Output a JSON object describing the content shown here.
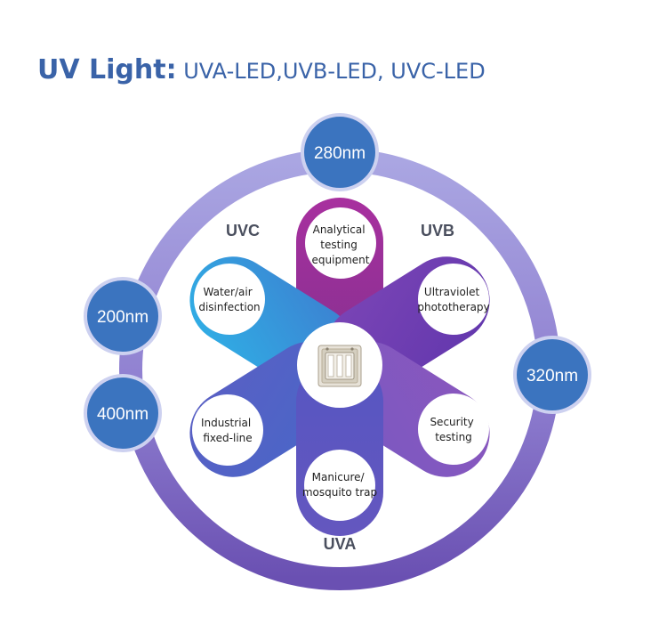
{
  "title": {
    "lead": "UV Light:",
    "rest": " UVA-LED,UVB-LED, UVC-LED"
  },
  "wavelengths": {
    "nm280": "280nm",
    "nm200": "200nm",
    "nm320": "320nm",
    "nm400": "400nm"
  },
  "bands": {
    "uvc": "UVC",
    "uvb": "UVB",
    "uva": "UVA"
  },
  "applications": {
    "analytical": [
      "Analytical",
      "testing",
      "equipment"
    ],
    "water": [
      "Water/air",
      "disinfection"
    ],
    "phototherapy": [
      "Ultraviolet",
      "phototherapy"
    ],
    "industrial": [
      "Industrial",
      "fixed-line"
    ],
    "security": [
      "Security",
      "testing"
    ],
    "manicure": [
      "Manicure/",
      "mosquito trap"
    ]
  },
  "colors": {
    "title": "#3a63a8",
    "badge": "#3b74bf",
    "ring_top": "#9a96d9",
    "ring_bottom": "#6b55b4",
    "uvc_blue": "#35a0dd",
    "uvb_violet": "#6d3fae",
    "uva_blue": "#4b5fc0",
    "top_magenta": "#9a2e96"
  }
}
